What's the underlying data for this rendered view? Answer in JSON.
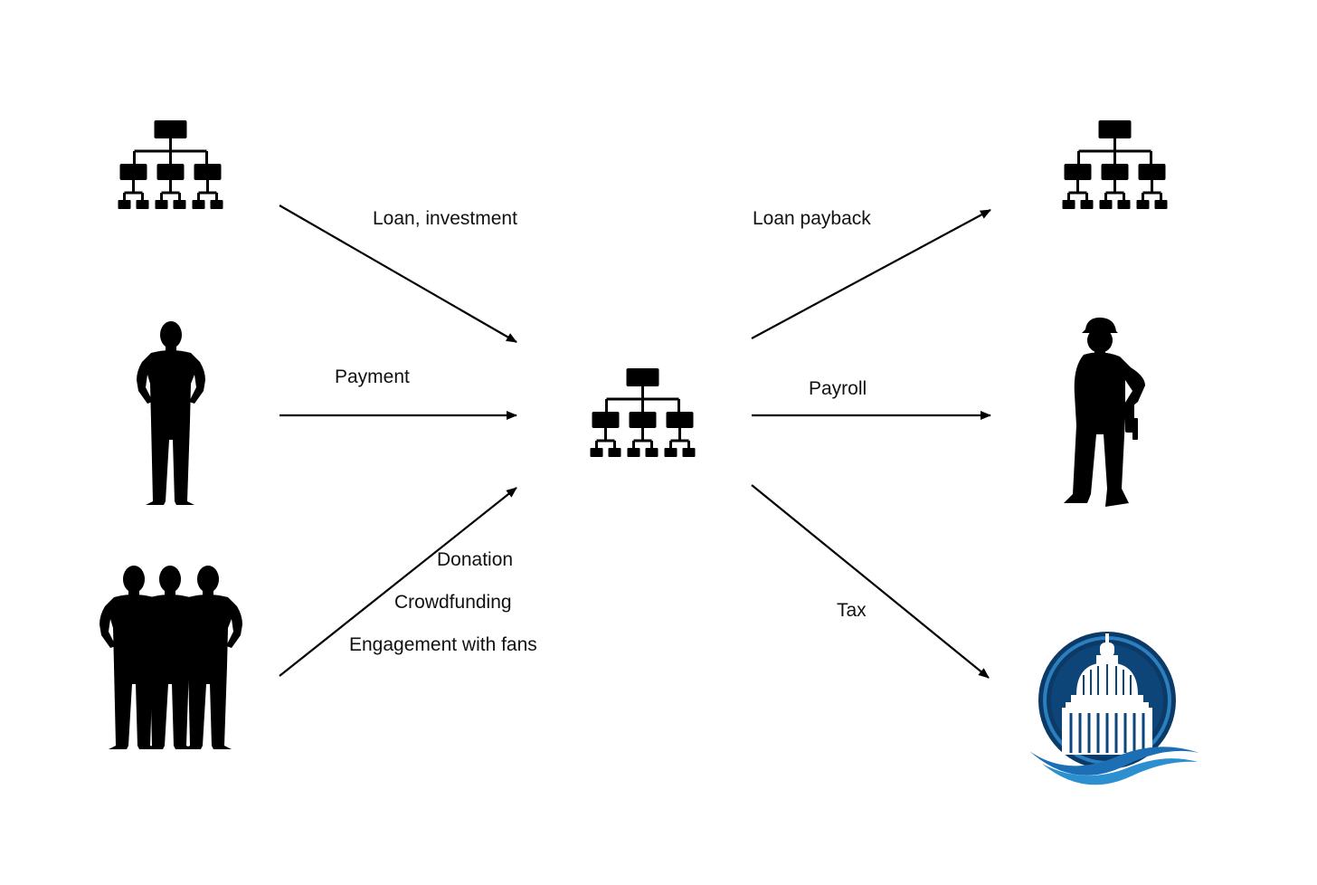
{
  "colors": {
    "ink": "#000000",
    "seal_dark": "#0c3a66",
    "seal_mid": "#1f5f97",
    "wave_light": "#2b8fd0"
  },
  "nodes": {
    "lender_company": {
      "icon": "org-chart-icon"
    },
    "customer": {
      "icon": "person-silhouette-icon"
    },
    "fans": {
      "icon": "group-silhouette-icon"
    },
    "business": {
      "icon": "org-chart-icon"
    },
    "creditor_company": {
      "icon": "org-chart-icon"
    },
    "worker": {
      "icon": "worker-hardhat-icon"
    },
    "government": {
      "icon": "capitol-seal-icon"
    }
  },
  "edges": {
    "loan_investment": "Loan, investment",
    "payment": "Payment",
    "donation": "Donation",
    "crowdfunding": "Crowdfunding",
    "engagement": "Engagement with fans",
    "loan_payback": "Loan payback",
    "payroll": "Payroll",
    "tax": "Tax"
  }
}
